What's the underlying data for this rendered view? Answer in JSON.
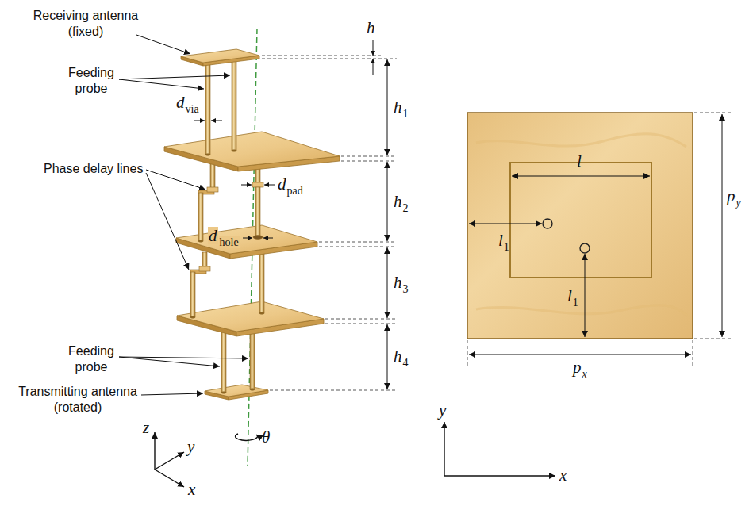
{
  "diagram": {
    "labels": [
      "Receiving antenna (fixed)",
      "Feeding probe",
      "Phase delay lines",
      "Feeding probe",
      "Transmitting antenna (rotated)",
      "h",
      "h",
      "1",
      "d",
      "via",
      "h",
      "2",
      "d",
      "pad",
      "d",
      "hole",
      "h",
      "3",
      "h",
      "4",
      "z",
      "y",
      "x",
      "θ",
      "l",
      "l",
      "1",
      "l",
      "1",
      "p",
      "y",
      "p",
      "x",
      "y",
      "x"
    ]
  }
}
